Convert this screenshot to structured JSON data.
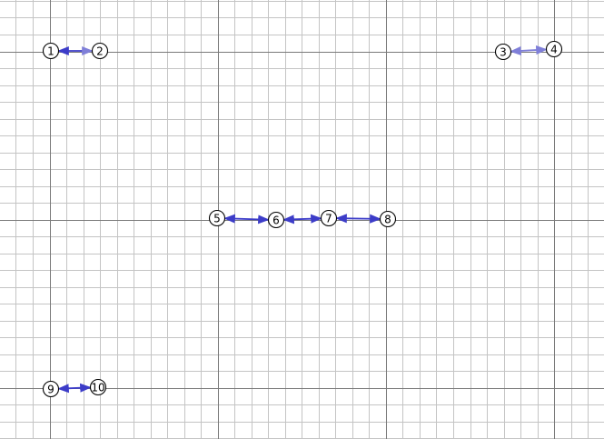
{
  "colors": {
    "background": "#ffffff",
    "grid_minor": "#c4c4c4",
    "grid_major": "#7a7a7a",
    "edge": "#3c3cc8",
    "edge_faded": "#7f7fd8",
    "node_fill": "#ffffff",
    "node_stroke": "#000000"
  },
  "nodes": [
    {
      "id": "1",
      "label": "1"
    },
    {
      "id": "2",
      "label": "2"
    },
    {
      "id": "3",
      "label": "3"
    },
    {
      "id": "4",
      "label": "4"
    },
    {
      "id": "5",
      "label": "5"
    },
    {
      "id": "6",
      "label": "6"
    },
    {
      "id": "7",
      "label": "7"
    },
    {
      "id": "8",
      "label": "8"
    },
    {
      "id": "9",
      "label": "9"
    },
    {
      "id": "10",
      "label": "10"
    }
  ],
  "edges": [
    {
      "from": "1",
      "to": "2",
      "arrows": "both"
    },
    {
      "from": "3",
      "to": "4",
      "arrows": "both"
    },
    {
      "from": "5",
      "to": "6",
      "arrows": "both"
    },
    {
      "from": "6",
      "to": "7",
      "arrows": "both"
    },
    {
      "from": "7",
      "to": "8",
      "arrows": "both"
    },
    {
      "from": "9",
      "to": "10",
      "arrows": "both"
    }
  ]
}
